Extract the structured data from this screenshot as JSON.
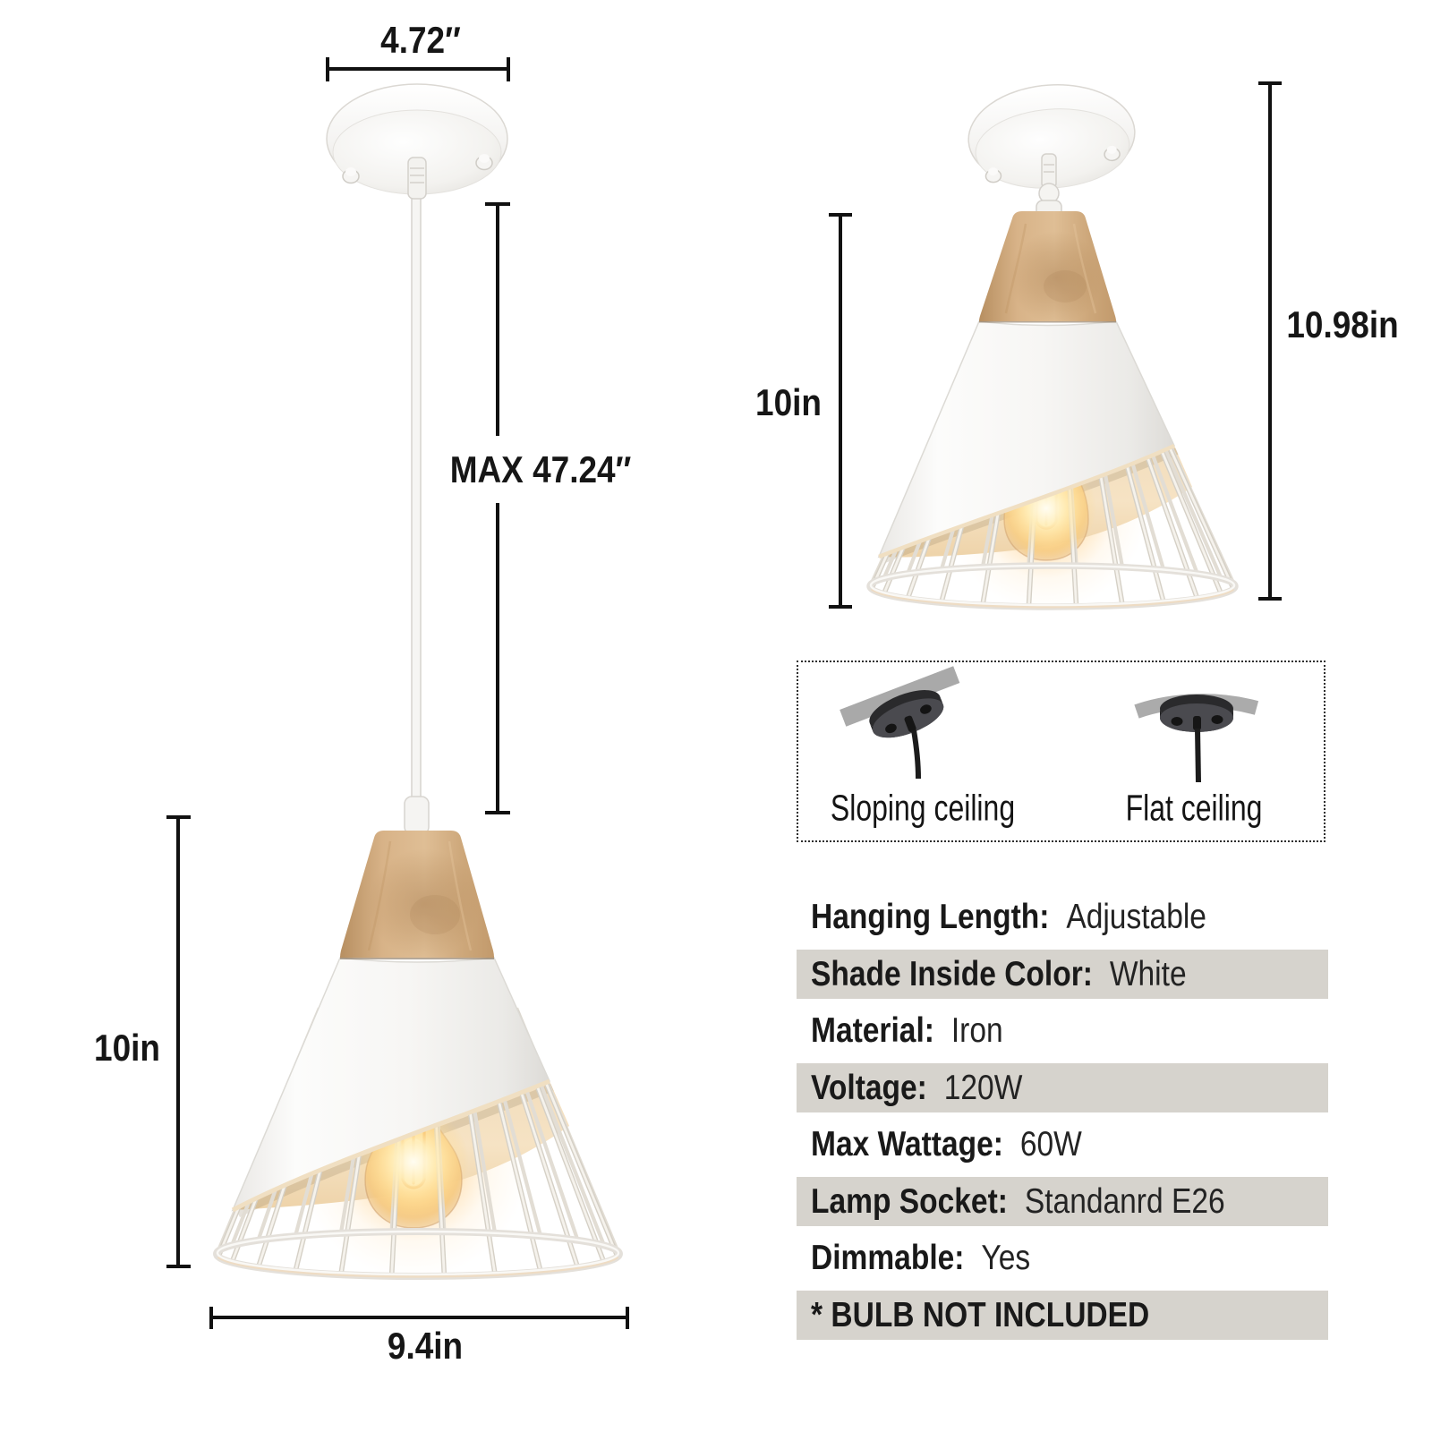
{
  "page": {
    "background": "#ffffff",
    "highlight_row_color": "#d6d3cd",
    "text_color": "#1a1a1a",
    "wood_color": "#d5ab7c",
    "shade_color": "#f4f3f1",
    "glow_color": "#ffc46a"
  },
  "pendant_view": {
    "name": "Pendant mount view",
    "canopy_width_label": "4.72″",
    "cable_length_label": "MAX 47.24″",
    "shade_height_label": "10in",
    "shade_width_label": "9.4in"
  },
  "flush_view": {
    "name": "Semi-flush mount view",
    "shade_height_label": "10in",
    "total_height_label": "10.98in"
  },
  "mounting_options": {
    "items": [
      {
        "label": "Sloping ceiling",
        "icon": "sloping-ceiling-mount-icon"
      },
      {
        "label": "Flat ceiling",
        "icon": "flat-ceiling-mount-icon"
      }
    ]
  },
  "specs": {
    "rows": [
      {
        "label": "Hanging Length:",
        "value": "Adjustable",
        "highlight": false
      },
      {
        "label": "Shade Inside Color:",
        "value": "White",
        "highlight": true
      },
      {
        "label": "Material:",
        "value": "Iron",
        "highlight": false
      },
      {
        "label": "Voltage:",
        "value": "120W",
        "highlight": true
      },
      {
        "label": "Max Wattage:",
        "value": "60W",
        "highlight": false
      },
      {
        "label": "Lamp Socket:",
        "value": "Standanrd E26",
        "highlight": true
      },
      {
        "label": "Dimmable:",
        "value": "Yes",
        "highlight": false
      },
      {
        "label": "* BULB NOT INCLUDED",
        "value": "",
        "highlight": true
      }
    ]
  }
}
